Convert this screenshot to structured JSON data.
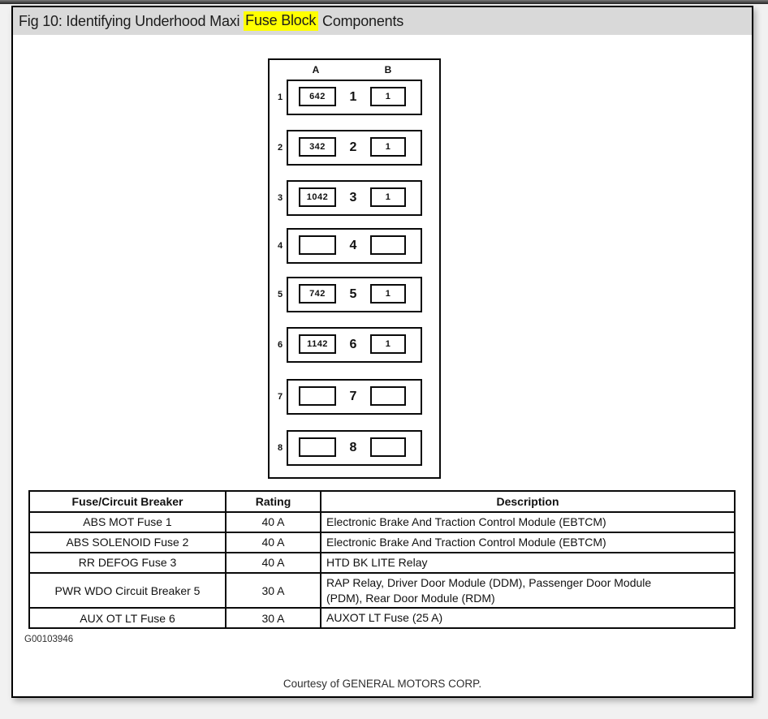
{
  "header": {
    "title_prefix": "Fig 10: Identifying Underhood Maxi ",
    "title_highlight": "Fuse Block",
    "title_suffix": " Components",
    "highlight_color": "#ffff00",
    "bar_color": "#d9d9d9"
  },
  "diagram": {
    "column_labels": [
      "A",
      "B"
    ],
    "rows": [
      {
        "row": "1",
        "a": "642",
        "b": "1"
      },
      {
        "row": "2",
        "a": "342",
        "b": "1"
      },
      {
        "row": "3",
        "a": "1042",
        "b": "1"
      },
      {
        "row": "4",
        "a": "",
        "b": ""
      },
      {
        "row": "5",
        "a": "742",
        "b": "1"
      },
      {
        "row": "6",
        "a": "1142",
        "b": "1"
      },
      {
        "row": "7",
        "a": "",
        "b": ""
      },
      {
        "row": "8",
        "a": "",
        "b": ""
      }
    ]
  },
  "table": {
    "headers": [
      "Fuse/Circuit Breaker",
      "Rating",
      "Description"
    ],
    "rows": [
      {
        "fuse": "ABS MOT Fuse 1",
        "rating": "40 A",
        "description": "Electronic Brake And Traction Control Module (EBTCM)"
      },
      {
        "fuse": "ABS SOLENOID Fuse 2",
        "rating": "40 A",
        "description": "Electronic Brake And Traction Control Module (EBTCM)"
      },
      {
        "fuse": "RR DEFOG Fuse 3",
        "rating": "40 A",
        "description": "HTD BK LITE Relay"
      },
      {
        "fuse": "PWR WDO Circuit Breaker 5",
        "rating": "30 A",
        "description": "RAP Relay, Driver Door Module (DDM), Passenger Door Module\n(PDM), Rear Door Module (RDM)"
      },
      {
        "fuse": "AUX OT LT Fuse 6",
        "rating": "30 A",
        "description": "AUXOT LT Fuse (25 A)"
      }
    ]
  },
  "footer": {
    "figure_id": "G00103946",
    "courtesy": "Courtesy of GENERAL MOTORS CORP."
  }
}
